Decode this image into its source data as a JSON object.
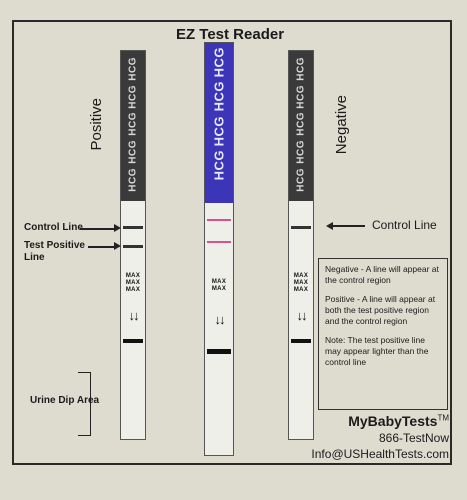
{
  "title": "EZ Test Reader",
  "strips": {
    "positive_label": "Positive",
    "negative_label": "Negative",
    "hcg_text": "HCG",
    "max_text": "MAX"
  },
  "labels": {
    "control_line": "Control Line",
    "test_positive_line_1": "Test Positive",
    "test_positive_line_2": "Line",
    "control_line_right": "Control Line",
    "urine_dip_area": "Urine Dip Area"
  },
  "info": {
    "negative": "Negative - A line will appear at the control region",
    "positive": "Positive - A line will appear at both the test positive region and the control region",
    "note": "Note: The test positive line may appear lighter than the control line"
  },
  "brand": {
    "name": "MyBabyTests",
    "tm": "TM",
    "phone": "866-TestNow",
    "email": "Info@USHealthTests.com"
  },
  "colors": {
    "card": "#dedbcf",
    "strip_dark": "#3a3a3a",
    "strip_blue": "#3c35b8",
    "test_line_pink": "#d9508a"
  }
}
